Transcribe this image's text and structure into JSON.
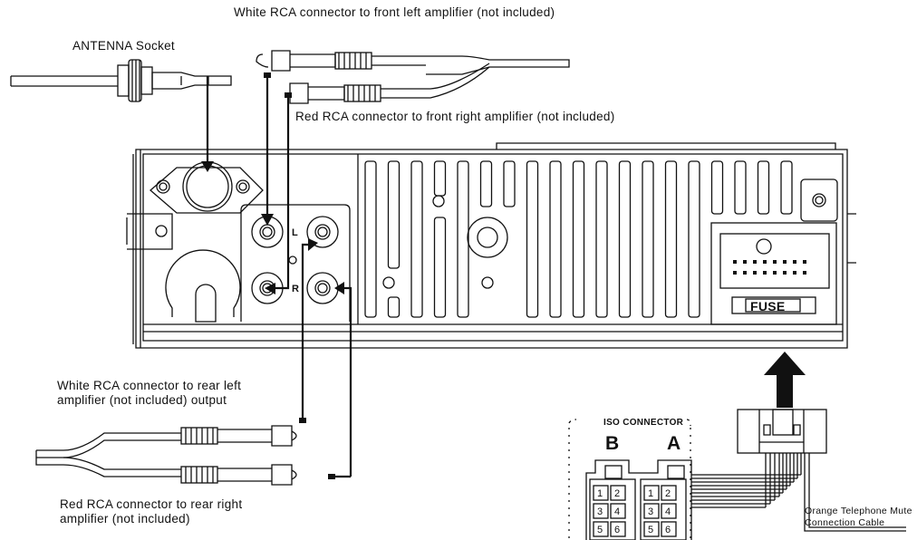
{
  "labels": {
    "front_left": "White RCA connector to front left amplifier (not included)",
    "antenna": "ANTENNA Socket",
    "front_right": "Red RCA connector to front right amplifier (not included)",
    "rear_left_1": "White RCA connector to rear left",
    "rear_left_2": "amplifier (not included) output",
    "rear_right_1": "Red RCA connector to rear right",
    "rear_right_2": "amplifier (not included)",
    "iso_connector": "ISO CONNECTOR",
    "iso_b": "B",
    "iso_a": "A",
    "fuse": "FUSE",
    "channel_l": "L",
    "channel_r": "R",
    "mute_1": "Orange Telephone Mute",
    "mute_2": "Connection Cable"
  },
  "iso_pins": [
    "1",
    "2",
    "3",
    "4",
    "5",
    "6"
  ],
  "colors": {
    "line": "#111111",
    "background": "#ffffff"
  }
}
